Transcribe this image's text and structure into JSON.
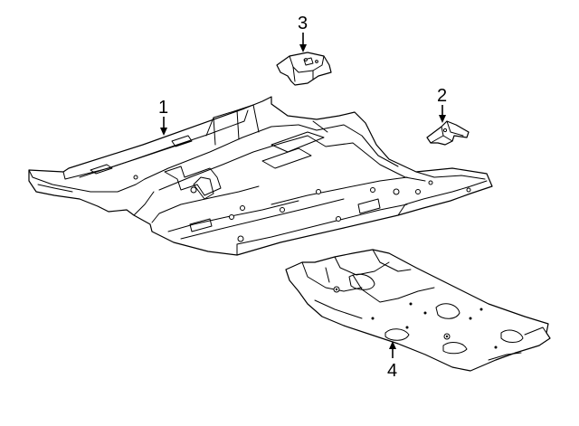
{
  "callouts": [
    {
      "id": "1",
      "part": "floor-pan"
    },
    {
      "id": "2",
      "part": "bracket"
    },
    {
      "id": "3",
      "part": "mount-block"
    },
    {
      "id": "4",
      "part": "rear-floor-pan"
    }
  ]
}
